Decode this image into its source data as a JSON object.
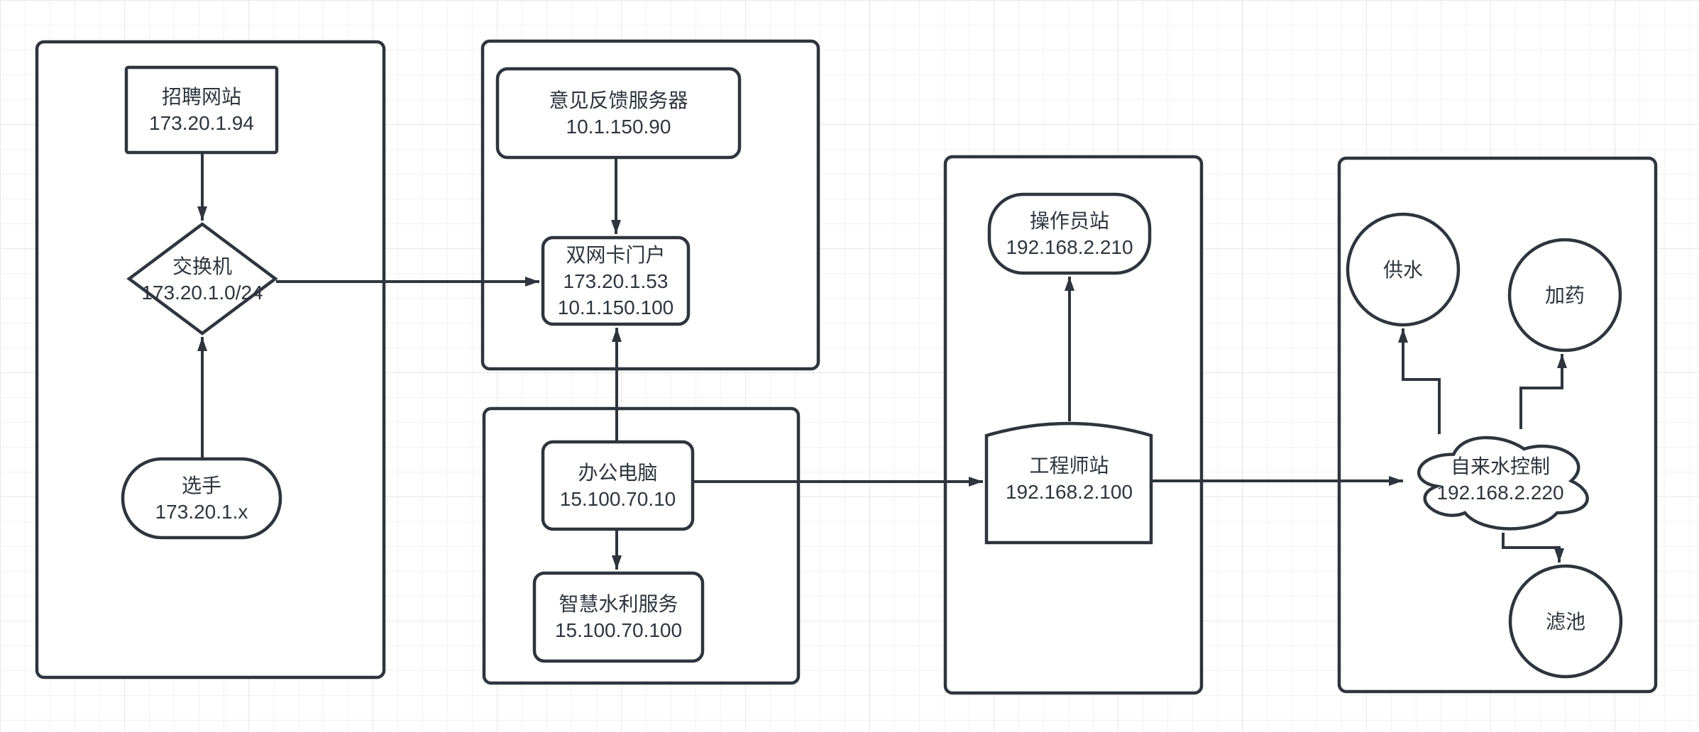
{
  "diagram": {
    "title": "network-topology-diagram",
    "colors": {
      "stroke": "#2e353e",
      "shape_fill": "#ffffff",
      "background": "#ffffff",
      "grid_minor": "#f2f2f2",
      "grid_major": "#e7e7e7"
    },
    "nodes": {
      "recruit_site": {
        "title": "招聘网站",
        "ip": "173.20.1.94"
      },
      "switch": {
        "title": "交换机",
        "ip": "173.20.1.0/24"
      },
      "player": {
        "title": "选手",
        "ip": "173.20.1.x"
      },
      "feedback_server": {
        "title": "意见反馈服务器",
        "ip": "10.1.150.90"
      },
      "dual_nic_portal": {
        "title": "双网卡门户",
        "ip1": "173.20.1.53",
        "ip2": "10.1.150.100"
      },
      "office_pc": {
        "title": "办公电脑",
        "ip": "15.100.70.10"
      },
      "smart_water": {
        "title": "智慧水利服务",
        "ip": "15.100.70.100"
      },
      "operator_station": {
        "title": "操作员站",
        "ip": "192.168.2.210"
      },
      "engineer_station": {
        "title": "工程师站",
        "ip": "192.168.2.100"
      },
      "water_supply": {
        "title": "供水"
      },
      "dosing": {
        "title": "加药"
      },
      "filter_pool": {
        "title": "滤池"
      },
      "water_control": {
        "title": "自来水控制",
        "ip": "192.168.2.220"
      }
    },
    "edges": [
      {
        "from": "recruit_site",
        "to": "switch"
      },
      {
        "from": "player",
        "to": "switch"
      },
      {
        "from": "switch",
        "to": "dual_nic_portal"
      },
      {
        "from": "feedback_server",
        "to": "dual_nic_portal"
      },
      {
        "from": "office_pc",
        "to": "dual_nic_portal"
      },
      {
        "from": "office_pc",
        "to": "smart_water"
      },
      {
        "from": "office_pc",
        "to": "engineer_station"
      },
      {
        "from": "engineer_station",
        "to": "operator_station"
      },
      {
        "from": "engineer_station",
        "to": "water_control"
      },
      {
        "from": "water_control",
        "to": "water_supply"
      },
      {
        "from": "water_control",
        "to": "dosing"
      },
      {
        "from": "water_control",
        "to": "filter_pool"
      }
    ]
  }
}
